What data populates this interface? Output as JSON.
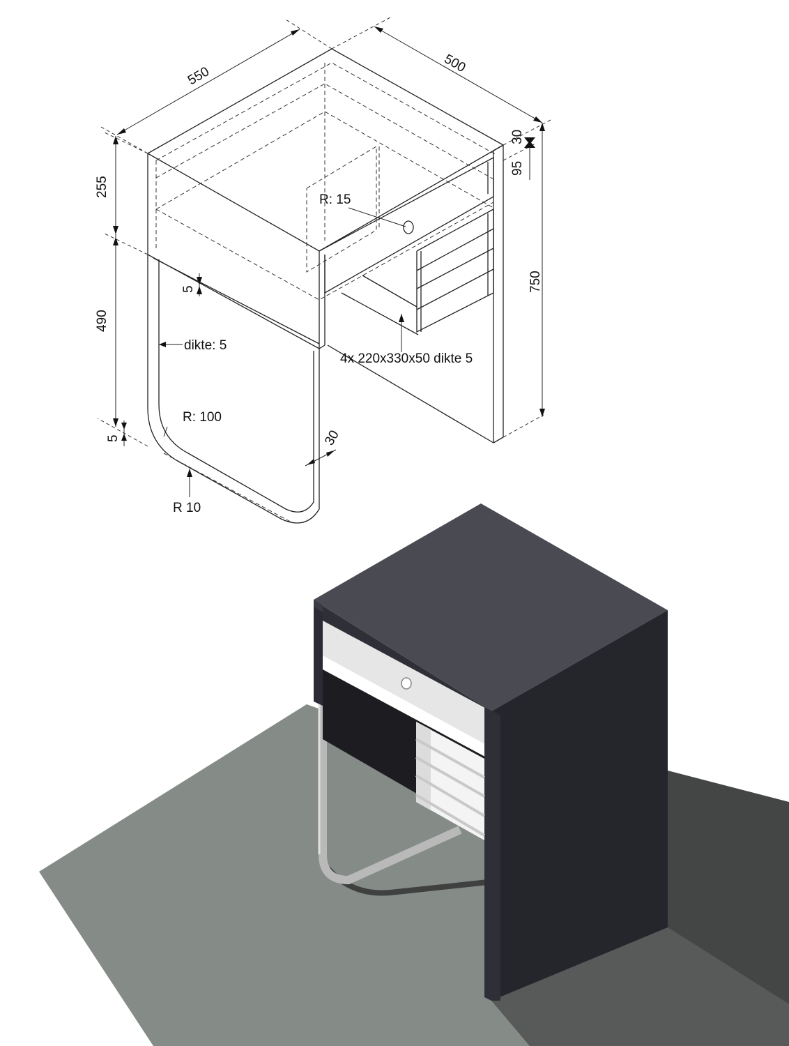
{
  "drawing": {
    "dimensions": {
      "width": "550",
      "depth": "500",
      "top_thickness": "30",
      "drawer_height": "95",
      "total_height": "750",
      "upper_height": "255",
      "lower_height": "490",
      "panel_thickness": "5",
      "foot_thickness": "5",
      "tube_width": "30"
    },
    "annotations": {
      "knob_radius": "R: 15",
      "tube_bend_radius": "R: 100",
      "tube_end_radius": "R 10",
      "panel_dikte": "dikte: 5",
      "trays": "4x 220x330x50 dikte 5"
    }
  },
  "render": {
    "colors": {
      "body": "#2f3037",
      "top": "#4a4b52",
      "drawer_front": "#e6e6e6",
      "tube": "#b9b9b9",
      "floor": "#858b86",
      "shadow": "#434644"
    }
  }
}
